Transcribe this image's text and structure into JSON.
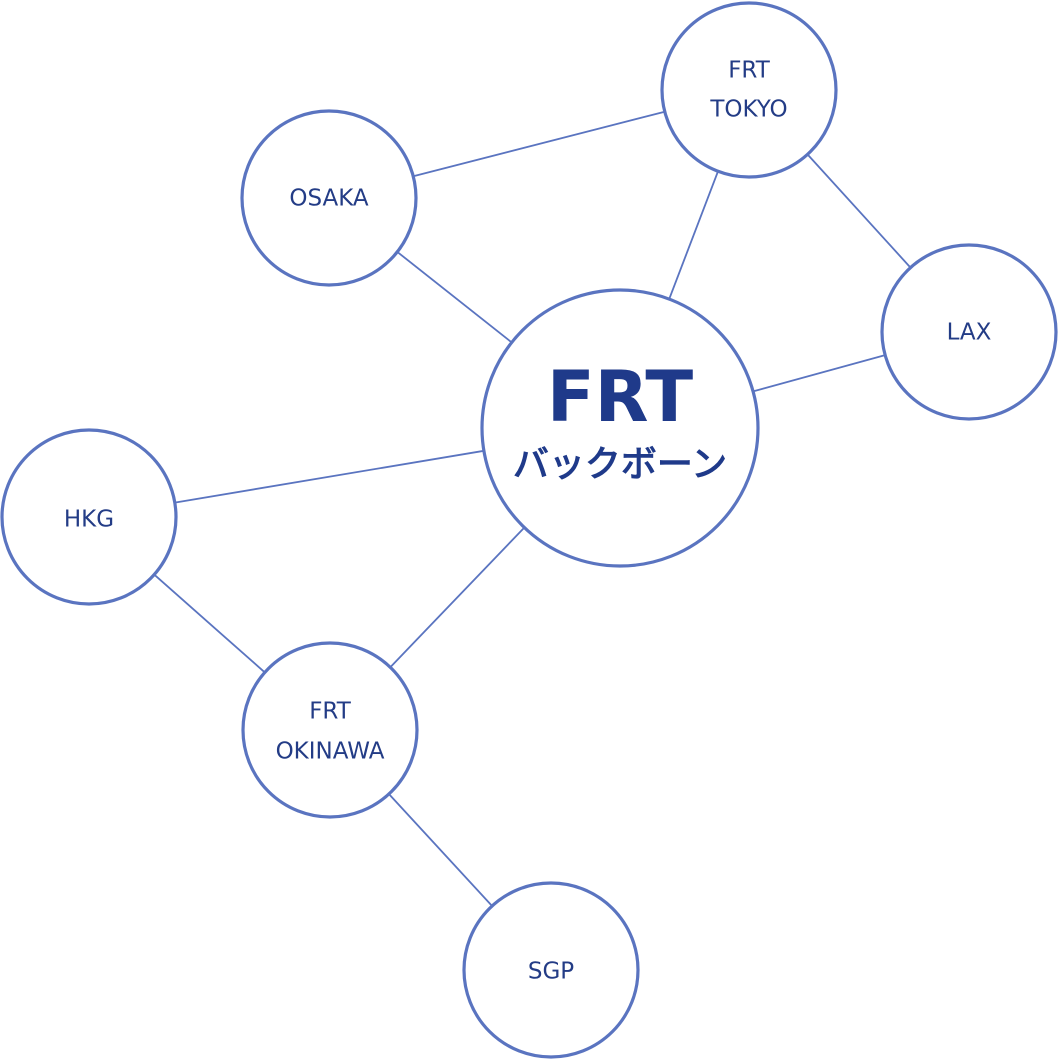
{
  "diagram": {
    "hub": {
      "title": "FRT",
      "subtitle": "バックボーン"
    },
    "nodes": {
      "tokyo": {
        "line1": "FRT",
        "line2": "TOKYO"
      },
      "osaka": {
        "line1": "OSAKA"
      },
      "lax": {
        "line1": "LAX"
      },
      "hkg": {
        "line1": "HKG"
      },
      "okinawa": {
        "line1": "FRT",
        "line2": "OKINAWA"
      },
      "sgp": {
        "line1": "SGP"
      }
    },
    "edges": [
      [
        "hub",
        "tokyo"
      ],
      [
        "hub",
        "osaka"
      ],
      [
        "hub",
        "lax"
      ],
      [
        "hub",
        "hkg"
      ],
      [
        "hub",
        "okinawa"
      ],
      [
        "osaka",
        "tokyo"
      ],
      [
        "tokyo",
        "lax"
      ],
      [
        "hkg",
        "okinawa"
      ],
      [
        "okinawa",
        "sgp"
      ]
    ],
    "colors": {
      "stroke": "#5a74c0",
      "text": "#233c86",
      "hub_text": "#1f3a8a",
      "background": "#ffffff"
    }
  }
}
